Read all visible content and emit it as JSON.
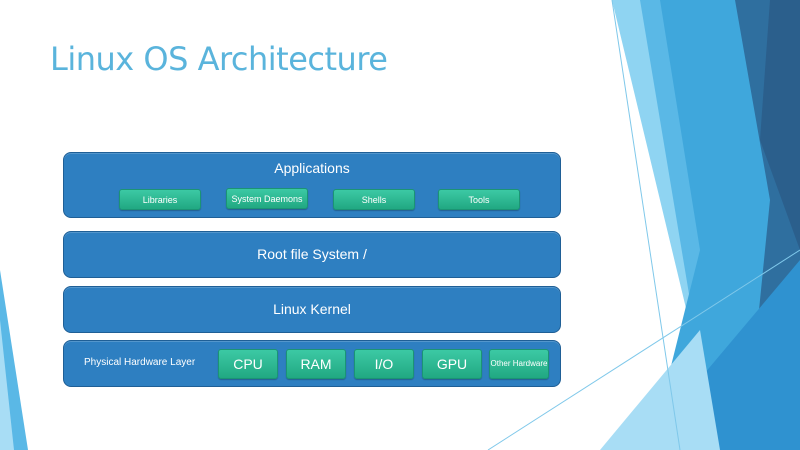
{
  "slide": {
    "title": "Linux OS Architecture"
  },
  "layers": {
    "applications": {
      "label": "Applications",
      "items": [
        "Libraries",
        "System Daemons",
        "Shells",
        "Tools"
      ]
    },
    "root_fs": {
      "label": "Root file System /"
    },
    "kernel": {
      "label": "Linux Kernel"
    },
    "hardware": {
      "label": "Physical Hardware Layer",
      "items": [
        "CPU",
        "RAM",
        "I/O",
        "GPU",
        "Other Hardware"
      ]
    }
  },
  "colors": {
    "title": "#5ab4dc",
    "layer_fill": "#2e7fc1",
    "chip_fill": "#2dbb94",
    "accent_light": "#7fd0f0",
    "accent_dark": "#1e5e96"
  }
}
